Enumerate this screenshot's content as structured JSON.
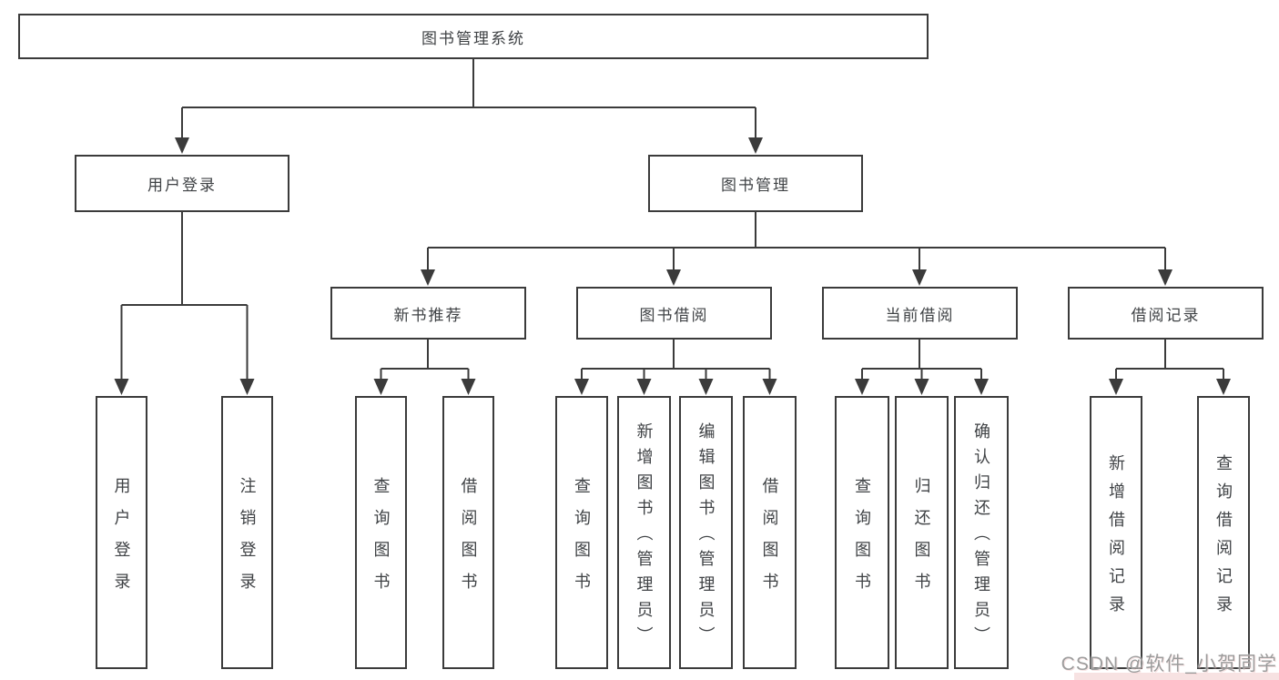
{
  "tree": {
    "label": "图书管理系统",
    "children": [
      {
        "label": "用户登录",
        "children": [
          {
            "label": "用户登录"
          },
          {
            "label": "注销登录"
          }
        ]
      },
      {
        "label": "图书管理",
        "children": [
          {
            "label": "新书推荐",
            "children": [
              {
                "label": "查询图书"
              },
              {
                "label": "借阅图书"
              }
            ]
          },
          {
            "label": "图书借阅",
            "children": [
              {
                "label": "查询图书"
              },
              {
                "label": "新增图书（管理员）"
              },
              {
                "label": "编辑图书（管理员）"
              },
              {
                "label": "借阅图书"
              }
            ]
          },
          {
            "label": "当前借阅",
            "children": [
              {
                "label": "查询图书"
              },
              {
                "label": "归还图书"
              },
              {
                "label": "确认归还（管理员）"
              }
            ]
          },
          {
            "label": "借阅记录",
            "children": [
              {
                "label": "新增借阅记录"
              },
              {
                "label": "查询借阅记录"
              }
            ]
          }
        ]
      }
    ]
  },
  "watermark": {
    "text": "CSDN @软件_小贺同学"
  },
  "colors": {
    "line": "#3b3b3b",
    "text": "#3f4245",
    "watermark": "#9c9c9c"
  }
}
